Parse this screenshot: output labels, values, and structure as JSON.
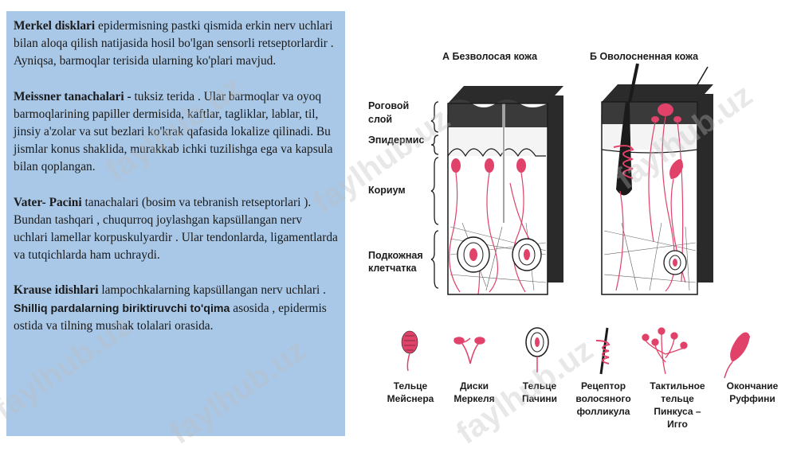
{
  "text_panel": {
    "paragraphs": [
      {
        "bold": "Merkel disklari",
        "text": " epidermisning pastki qismida erkin nerv uchlari bilan aloqa qilish natijasida hosil bo'lgan sensorli retseptorlardir . Ayniqsa, barmoqlar terisida ularning ko'plari mavjud."
      },
      {
        "bold": "Meissner tanachalari -",
        "text": " tuksiz terida . Ular barmoqlar va oyoq barmoqlarining papiller dermisida, kaftlar, tagliklar, lablar, til, jinsiy a'zolar va sut bezlari ko'krak qafasida lokalize qilinadi. Bu jismlar konus shaklida, murakkab ichki tuzilishga ega va kapsula bilan qoplangan."
      },
      {
        "bold": "Vater- Pacini",
        "text": " tanachalari (bosim va tebranish retseptorlari ). Bundan tashqari , chuqurroq joylashgan kapsüllangan nerv uchlari lamellar korpuskulyardir . Ular tendonlarda, ligamentlarda va tutqichlarda ham uchraydi."
      },
      {
        "bold": "Krause idishlari",
        "text": " lampochkalarning kapsüllangan nerv uchlari . ",
        "bold2": "Shilliq pardalarning biriktiruvchi to'qima",
        "text2": " asosida , epidermis ostida va tilning mushak tolalari orasida."
      }
    ]
  },
  "figure": {
    "title_a": "А  Безволосая кожа",
    "title_b": "Б  Оволосненная кожа",
    "labels": {
      "stratum_1": "Роговой",
      "stratum_2": "слой",
      "epidermis": "Эпидермис",
      "corium": "Кориум",
      "subcut_1": "Подкожная",
      "subcut_2": "клетчатка"
    },
    "legend": [
      {
        "lines": [
          "Тельце",
          "Мейснера"
        ]
      },
      {
        "lines": [
          "Диски",
          "Меркеля"
        ]
      },
      {
        "lines": [
          "Тельце",
          "Пачини"
        ]
      },
      {
        "lines": [
          "Рецептор",
          "волосяного",
          "фолликула"
        ]
      },
      {
        "lines": [
          "Тактильное",
          "тельце",
          "Пинкуса –",
          "Игго"
        ]
      },
      {
        "lines": [
          "Окончание",
          "Руффини"
        ]
      }
    ]
  },
  "watermark": "faylhub.uz",
  "colors": {
    "panel": "#a9c8e8",
    "receptor": "#e0426a",
    "dark": "#1b1b1b"
  }
}
